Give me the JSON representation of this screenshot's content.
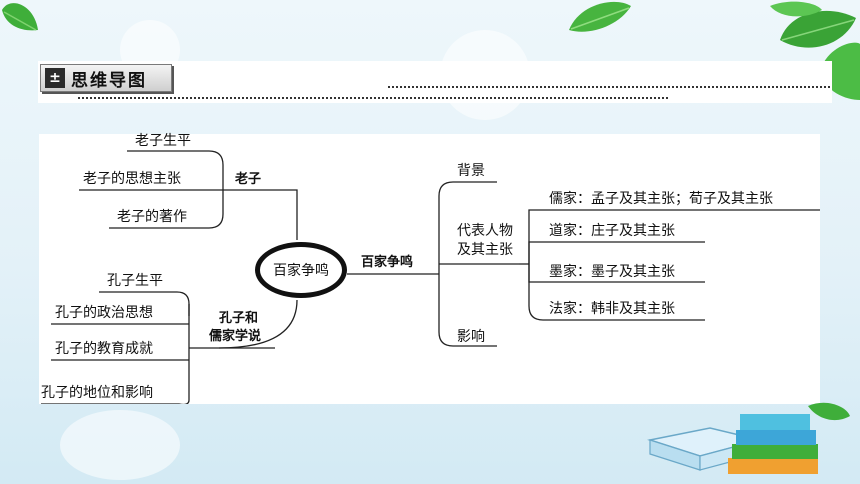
{
  "section_title": "思维导图",
  "title_icon_glyph": "±",
  "mindmap": {
    "center": "百家争鸣",
    "laozi": {
      "label": "老子",
      "items": [
        "老子生平",
        "老子的思想主张",
        "老子的著作"
      ]
    },
    "kongzi": {
      "label_line1": "孔子和",
      "label_line2": "儒家学说",
      "items": [
        "孔子生平",
        "孔子的政治思想",
        "孔子的教育成就",
        "孔子的地位和影响"
      ]
    },
    "right": {
      "label": "百家争鸣",
      "background": "背景",
      "representatives_line1": "代表人物",
      "representatives_line2": "及其主张",
      "influence": "影响",
      "schools": [
        "儒家：孟子及其主张；荀子及其主张",
        "道家：庄子及其主张",
        "墨家：墨子及其主张",
        "法家：韩非及其主张"
      ]
    }
  },
  "colors": {
    "background": "#e3f1f8",
    "leaf_green": "#3fae3a",
    "line": "#222222"
  }
}
